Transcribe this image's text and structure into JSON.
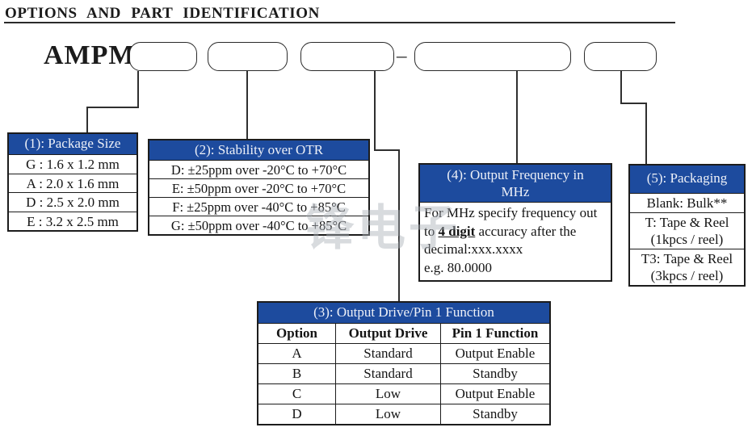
{
  "page": {
    "title": "OPTIONS AND PART IDENTIFICATION"
  },
  "part_number": {
    "prefix": "AMPM",
    "separator": "–"
  },
  "watermark": "锋电子",
  "colors": {
    "header_blue": "#1d4b9e",
    "line_black": "#2a2a2a"
  },
  "tables": {
    "package_size": {
      "header": "(1): Package Size",
      "rows": [
        "G : 1.6 x 1.2 mm",
        "A : 2.0 x 1.6 mm",
        "D : 2.5 x 2.0 mm",
        "E : 3.2 x 2.5 mm"
      ]
    },
    "stability": {
      "header": "(2): Stability over OTR",
      "rows": [
        "D: ±25ppm over -20°C to +70°C",
        "E: ±50ppm over -20°C to +70°C",
        "F: ±25ppm over -40°C to +85°C",
        "G: ±50ppm over -40°C to +85°C"
      ]
    },
    "output_drive": {
      "header": "(3): Output Drive/Pin 1 Function",
      "columns": [
        "Option",
        "Output Drive",
        "Pin 1 Function"
      ],
      "rows": [
        [
          "A",
          "Standard",
          "Output Enable"
        ],
        [
          "B",
          "Standard",
          "Standby"
        ],
        [
          "C",
          "Low",
          "Output Enable"
        ],
        [
          "D",
          "Low",
          "Standby"
        ]
      ]
    },
    "frequency": {
      "header_line1": "(4): Output Frequency in",
      "header_line2": "MHz",
      "body_before": "For MHz specify frequency out to ",
      "body_emphasis": "4 digit",
      "body_after": " accuracy after the decimal:xxx.xxxx",
      "body_example": "e.g. 80.0000"
    },
    "packaging": {
      "header": "(5): Packaging",
      "rows": [
        {
          "l1": "Blank: Bulk**",
          "l2": ""
        },
        {
          "l1": "T: Tape & Reel",
          "l2": "(1kpcs / reel)"
        },
        {
          "l1": "T3: Tape & Reel",
          "l2": "(3kpcs / reel)"
        }
      ]
    }
  }
}
